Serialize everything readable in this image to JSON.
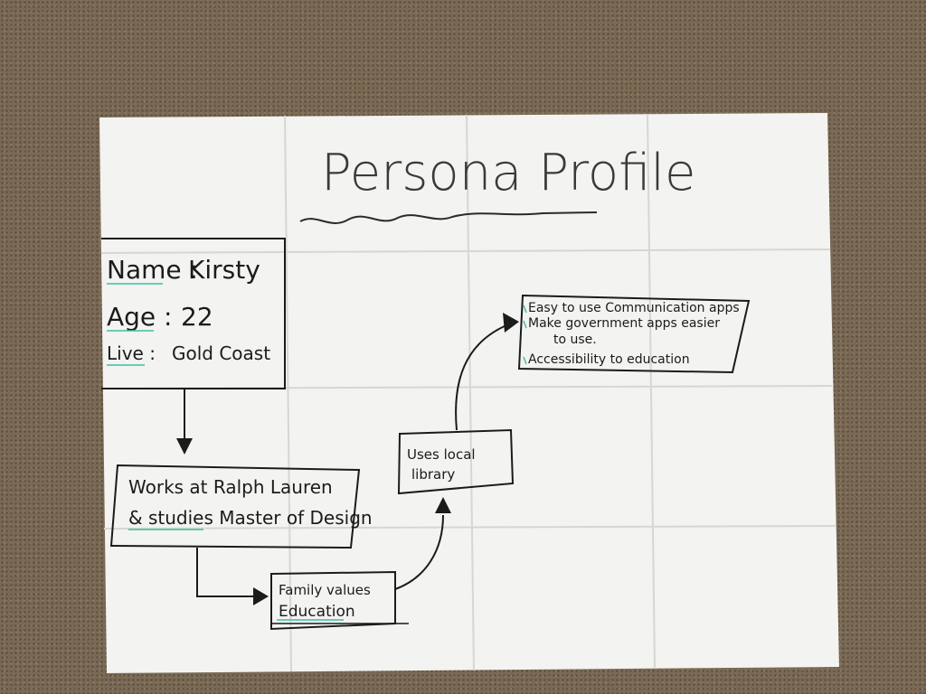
{
  "title": "Persona Profile",
  "profile": {
    "name_label": "Name :",
    "name_value": "Kirsty",
    "age_label": "Age :",
    "age_value": "22",
    "live_label": "Live :",
    "live_value": "Gold Coast"
  },
  "work_box": {
    "line1": "Works at Ralph Lauren",
    "line2": "& studies Master of Design"
  },
  "values_box": {
    "line1": "Family values",
    "line2": "Education"
  },
  "library_box": {
    "line1": "Uses local",
    "line2": "library"
  },
  "needs_box": {
    "line1": "Easy to use Communication apps",
    "line2": "Make government apps easier",
    "line3": "to use.",
    "line4": "Accessibility to education"
  },
  "colors": {
    "paper": "#f3f3f1",
    "ink": "#1b1b1b",
    "highlight": "#3cc0a0",
    "carpet": "#7a6a55"
  }
}
